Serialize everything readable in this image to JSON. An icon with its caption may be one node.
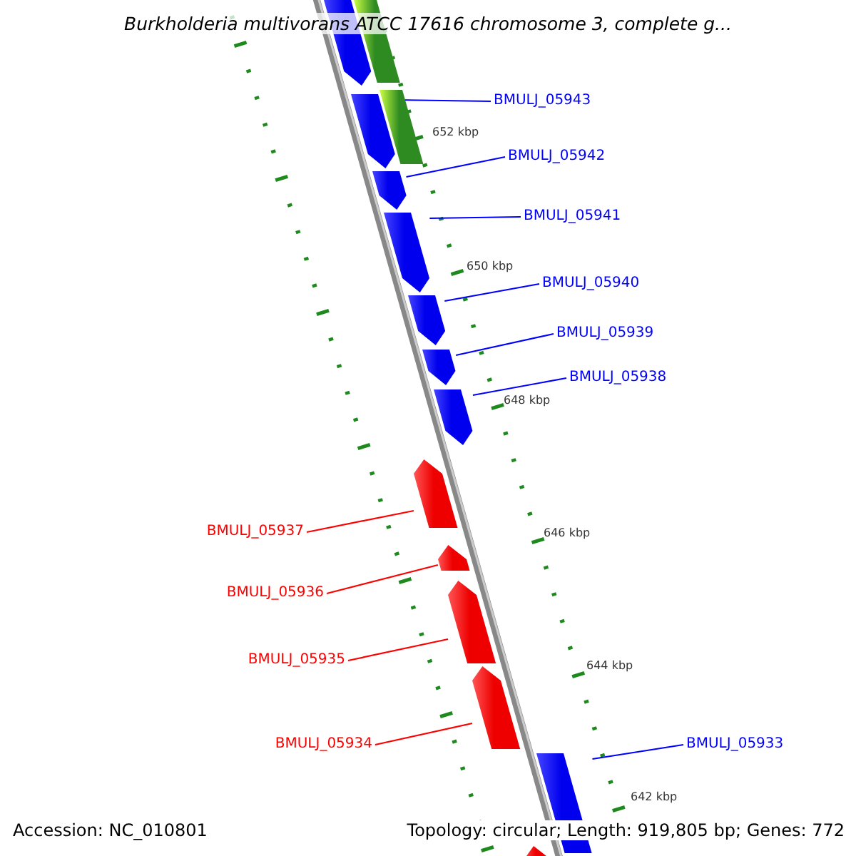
{
  "diagram": {
    "title": "Burkholderia multivorans ATCC 17616 chromosome 3, complete g...",
    "nodes": [
      {
        "text": [],
        "shape": "bar"
      },
      {
        "text": [],
        "shape": "bar"
      },
      {
        "text": [
          "BMULJ_05943"
        ]
      },
      {
        "text": [],
        "shape": "bar"
      },
      {
        "text": [],
        "shape": "bar"
      },
      {
        "text": [
          "BMULJ_05942"
        ]
      },
      {
        "text": [],
        "shape": "bar"
      },
      {
        "text": [
          "BMULJ_05941"
        ]
      },
      {
        "text": [],
        "shape": "bar"
      },
      {
        "text": [
          "BMULJ_05940"
        ]
      },
      {
        "text": [],
        "shape": "bar"
      },
      {
        "text": [
          "BMULJ_05939"
        ]
      },
      {
        "text": [],
        "shape": "bar"
      },
      {
        "text": [
          "BMULJ_05938"
        ]
      },
      {
        "text": [],
        "shape": "bar"
      },
      {
        "text": [],
        "shape": "bar"
      },
      {
        "text": [
          "BMULJ_05937"
        ]
      },
      {
        "text": [],
        "shape": "bar"
      },
      {
        "text": [
          "BMULJ_05936"
        ]
      },
      {
        "text": [],
        "shape": "bar"
      },
      {
        "text": [
          "BMULJ_05935"
        ]
      },
      {
        "text": [],
        "shape": "bar"
      },
      {
        "text": [
          "BMULJ_05934"
        ]
      },
      {
        "text": [
          "BMULJ_05933"
        ]
      },
      {
        "text": [],
        "shape": "bar"
      },
      {
        "text": [],
        "shape": "bar"
      }
    ],
    "edges": [
      {
        "from": 2,
        "to": 3,
        "arrow": "none"
      },
      {
        "from": 5,
        "to": 6,
        "arrow": "none"
      },
      {
        "from": 7,
        "to": 8,
        "arrow": "none"
      },
      {
        "from": 9,
        "to": 10,
        "arrow": "none"
      },
      {
        "from": 11,
        "to": 12,
        "arrow": "none"
      },
      {
        "from": 13,
        "to": 14,
        "arrow": "none"
      },
      {
        "from": 16,
        "to": 15,
        "arrow": "none",
        "color": "#ff0000"
      },
      {
        "from": 18,
        "to": 17,
        "arrow": "none",
        "color": "#ff0000"
      },
      {
        "from": 20,
        "to": 19,
        "arrow": "none",
        "color": "#ff0000"
      },
      {
        "from": 22,
        "to": 21,
        "arrow": "none",
        "color": "#ff0000"
      },
      {
        "from": 23,
        "to": 24,
        "arrow": "none"
      }
    ],
    "labels": [
      "652 kbp",
      "650 kbp",
      "648 kbp",
      "646 kbp",
      "644 kbp",
      "642 kbp",
      "Accession: NC_010801",
      "Topology: circular; Length: 919,805 bp; Genes: 772"
    ]
  }
}
